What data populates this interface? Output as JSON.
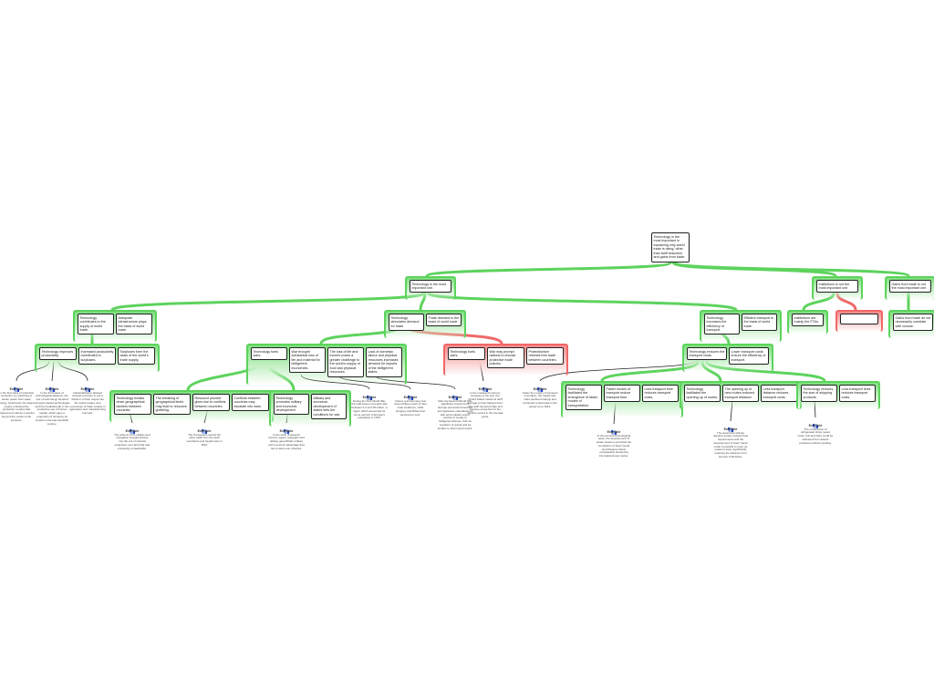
{
  "colors": {
    "support": "#5dd35d",
    "oppose": "#f06868",
    "link": "#222222",
    "icon": "#1d4fd6"
  },
  "groups": [
    {
      "kind": "plain",
      "boxes": [
        "Technology is the most important in explaining why world trade is rising, other than tariff reduction and gains from trade."
      ]
    },
    {
      "kind": "support",
      "boxes": [
        "Technology is the most important one."
      ]
    },
    {
      "kind": "support",
      "boxes": [
        "Institutions is not the most important one."
      ]
    },
    {
      "kind": "support",
      "boxes": [
        "Gains from trade is not the most important one."
      ]
    },
    {
      "kind": "support",
      "boxes": [
        "Technology contributes to the supply of world trade.",
        "Adequate infrastructure plays the basis of world trade."
      ]
    },
    {
      "kind": "support",
      "boxes": [
        "Technology stimulates demand for trade.",
        "Trade demand is the basis of world trade."
      ]
    },
    {
      "kind": "support",
      "boxes": [
        "Technology increases the efficiency of transport.",
        "Efficient transport is the basis of world trade."
      ]
    },
    {
      "kind": "support",
      "boxes": [
        "Institutions are mainly the FTAs."
      ]
    },
    {
      "kind": "oppose",
      "boxes": [
        ""
      ]
    },
    {
      "kind": "support",
      "boxes": [
        "Gains from trade do not necessarily correlate with volume."
      ]
    },
    {
      "kind": "support",
      "boxes": [
        "Technology improves productivity.",
        "Increased productivity contributes to surpluses.",
        "Surpluses form the basis of the world's trade supply."
      ]
    },
    {
      "kind": "support",
      "boxes": [
        "Technology fuels wars.",
        "War brought substantial loss of life and material for belligerent economies.",
        "The loss of life and income poses a greater challenge to the world's supply of food and physical resources.",
        "Lack of domestic labour and physical resources increases demand for imports of the belligerent states."
      ]
    },
    {
      "kind": "oppose",
      "boxes": [
        "Technology fuels wars.",
        "War may prompt nations to choose protective trade policies.",
        "Protectionism restricts free trade between countries."
      ]
    },
    {
      "kind": "support",
      "boxes": [
        "Technology reduces the transport costs.",
        "Lower transport costs ensure the efficiency of transport."
      ]
    },
    {
      "kind": "support",
      "boxes": [
        "Technology breaks down geographical barriers between countries.",
        "The breaking of geographical limits may lead to resource grabbing.",
        "Resource plunder gives rise to conflicts between countries.",
        "Conflicts between countries may escalate into wars."
      ]
    },
    {
      "kind": "support",
      "boxes": [
        "Technology promotes military and economic development.",
        "Military and economic development of states sets the conditions for war."
      ]
    },
    {
      "kind": "support",
      "boxes": [
        "Technology facilitated the emergence of faster modes of transportation.",
        "Faster modes of transport reduce transport time.",
        "Less transport time reduces transport costs."
      ]
    },
    {
      "kind": "support",
      "boxes": [
        "Technology facilitated the opening up of routes.",
        "The opening up of new routes reduced transport distance.",
        "Less transport distance reduces transport costs."
      ]
    },
    {
      "kind": "support",
      "boxes": [
        "Technology reduces the size of shipping products.",
        "Less transport lines reduces transport costs."
      ]
    }
  ],
  "examples": [
    {
      "label": "Example",
      "text": "In the first wave of industrial revolution, by switching to steam power from water energy, fossil fuels, the steam engine unlocked the production surplus that shipped and sold as a surplus beyond the needs of the producer."
    },
    {
      "label": "Example",
      "text": "In the third wave of technological advance, the use of technology boosted computer-based technologies and the breakthrough in the productive use of human capital, which gave a proportion of humanity its surplus in the late twentieth century."
    },
    {
      "label": "Example",
      "text": "Industrialization allowed several countries to put a 'fraction' of their output into the world market, and economies of trade surplus in agriculture and manufacturing boomed."
    },
    {
      "label": "Example",
      "text": "The advent of the railway and navigation brought Europe into the era of colonial expansion over land that was previously unreachable."
    },
    {
      "label": "Example",
      "text": "The Portuguese seized the spice trade from the Arab merchants and fought wars in 1502."
    },
    {
      "label": "Example",
      "text": "In the early nineteenth century, steam, telegraph and railway gave Britain military and economic advantage that led to wars over colonies."
    },
    {
      "label": "Example",
      "text": "During the First World War, the total losses of people was between 9.4 and 18 million; a figure which accounted for some percent of Europe's population in 1913."
    },
    {
      "label": "Example",
      "text": "France and Germany lost around fifteen each of their male workforce, while Hungary and Britain lost several per cent."
    },
    {
      "label": "Example",
      "text": "After the Second World War, significant imports from Europe prevented American and Japanese manufacturers with accumulated export surplus to supply to belligerent Europe, both as suppliers of goods and as lenders to their import levels."
    },
    {
      "label": "Example",
      "text": "In the nineteenth century, because of the war, the United States raised its tariff average to their highest level. The tariff remained high and became protective for the wartime period in the interwar years."
    },
    {
      "label": "Example",
      "text": "Under the impact of transport innovation, the freight rate index declined sharply and continued to decrease in the period up to 1914."
    },
    {
      "label": "Example",
      "text": "In the second technological wave, the development of steam steamer permitted the completion of Suez Canal and Panama Canal, considerably shortening international sea routes."
    },
    {
      "label": "Example",
      "text": "The steamship without required engine reduced fuel requirements and the development of Suez Canal made it possible to open up routes to Asia, significantly reducing the distance from Europe to Bombay."
    },
    {
      "label": "Example",
      "text": "The introduction of refrigerated ships meant meat, fruit and dairy could be delivered from distant producers without spoiling."
    }
  ]
}
